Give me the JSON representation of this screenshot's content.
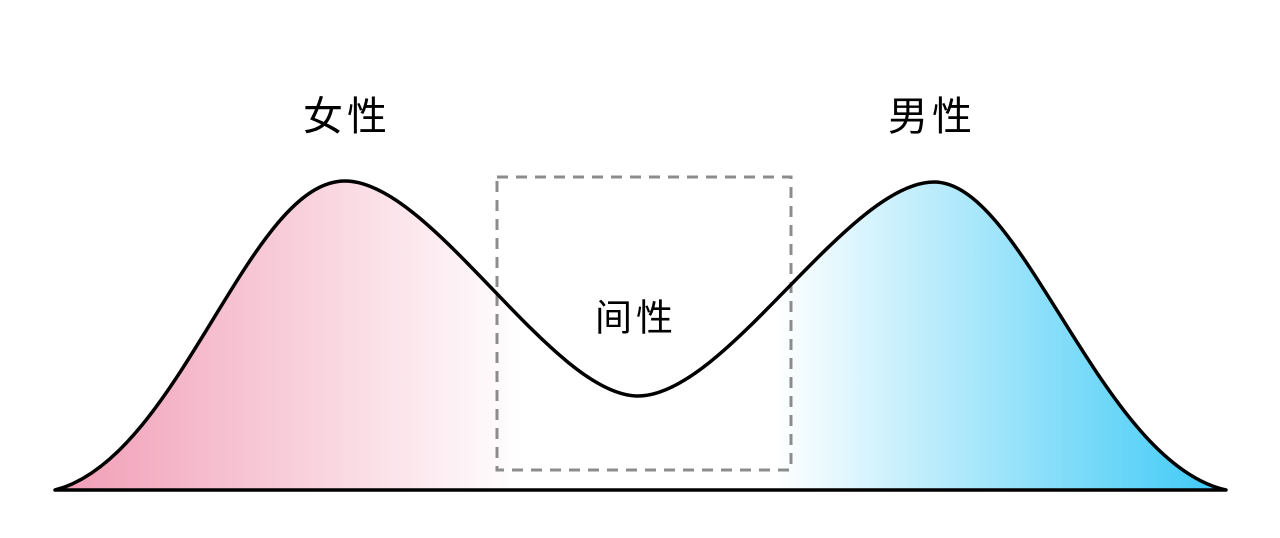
{
  "diagram": {
    "labels": {
      "female": "女性",
      "male": "男性",
      "intersex": "间性"
    },
    "colors": {
      "female_fill": "#F19CB5",
      "male_fill": "#3CC9F6",
      "center_fill": "#FFFFFF",
      "curve_stroke": "#000000",
      "dashed_box": "#8C8C8C",
      "background": "#FFFFFF"
    }
  }
}
